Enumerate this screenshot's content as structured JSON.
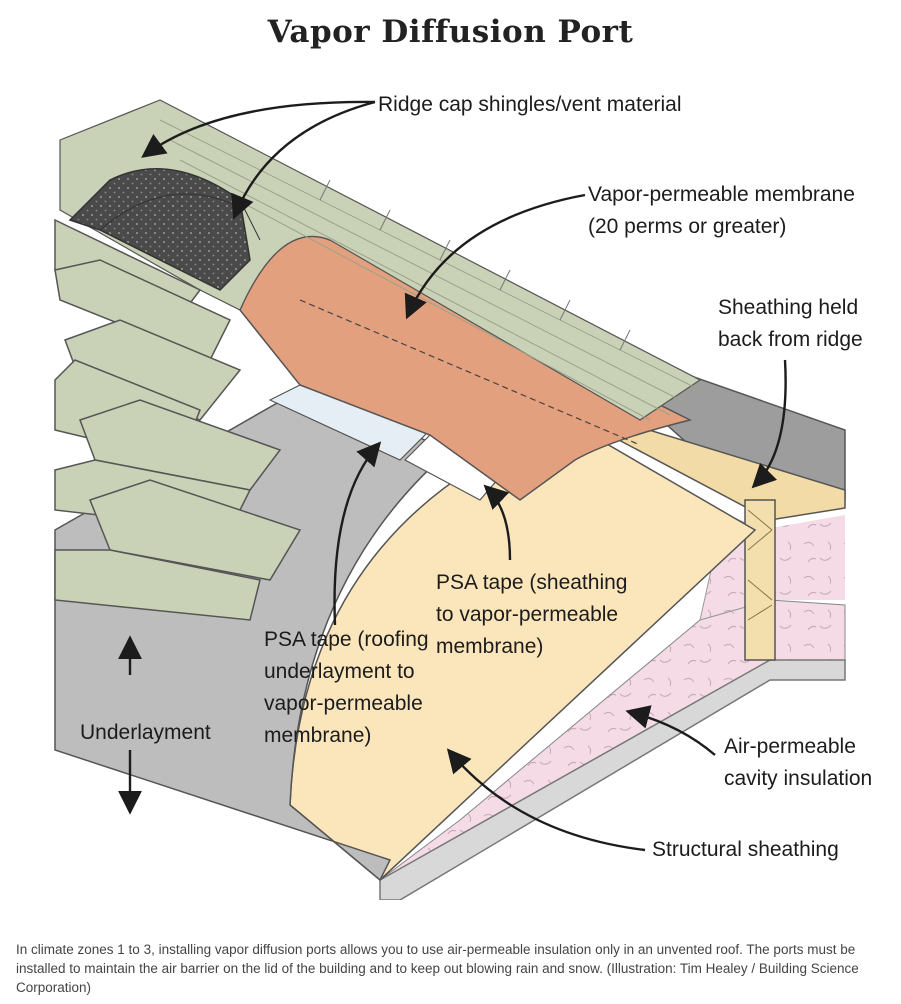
{
  "title": "Vapor Diffusion Port",
  "labels": {
    "ridge_cap": "Ridge cap shingles/vent material",
    "membrane_line1": "Vapor-permeable membrane",
    "membrane_line2": "(20 perms or greater)",
    "sheathing_held_line1": "Sheathing held",
    "sheathing_held_line2": "back from ridge",
    "psa_sheathing_line1": "PSA tape (sheathing",
    "psa_sheathing_line2": "to vapor-permeable",
    "psa_sheathing_line3": "membrane)",
    "psa_roofing_line1": "PSA tape (roofing",
    "psa_roofing_line2": "underlayment to",
    "psa_roofing_line3": "vapor-permeable",
    "psa_roofing_line4": "membrane)",
    "underlayment": "Underlayment",
    "air_permeable_line1": "Air-permeable",
    "air_permeable_line2": "cavity insulation",
    "structural_sheathing": "Structural sheathing"
  },
  "caption": "In climate zones 1 to 3, installing vapor diffusion ports allows you to use air-permeable insulation only in an unvented roof. The ports must be installed to maintain the air barrier on the lid of the building and to keep out blowing rain and snow. (Illustration: Tim Healey / Building Science Corporation)",
  "colors": {
    "shingle": "#c9d1b6",
    "underlayment": "#bdbdbd",
    "membrane": "#e3a07e",
    "sheathing": "#fbe6bc",
    "insulation": "#f4dbe6",
    "vent_material": "#4a4a4a",
    "psa_tape": "#e6eef5"
  }
}
